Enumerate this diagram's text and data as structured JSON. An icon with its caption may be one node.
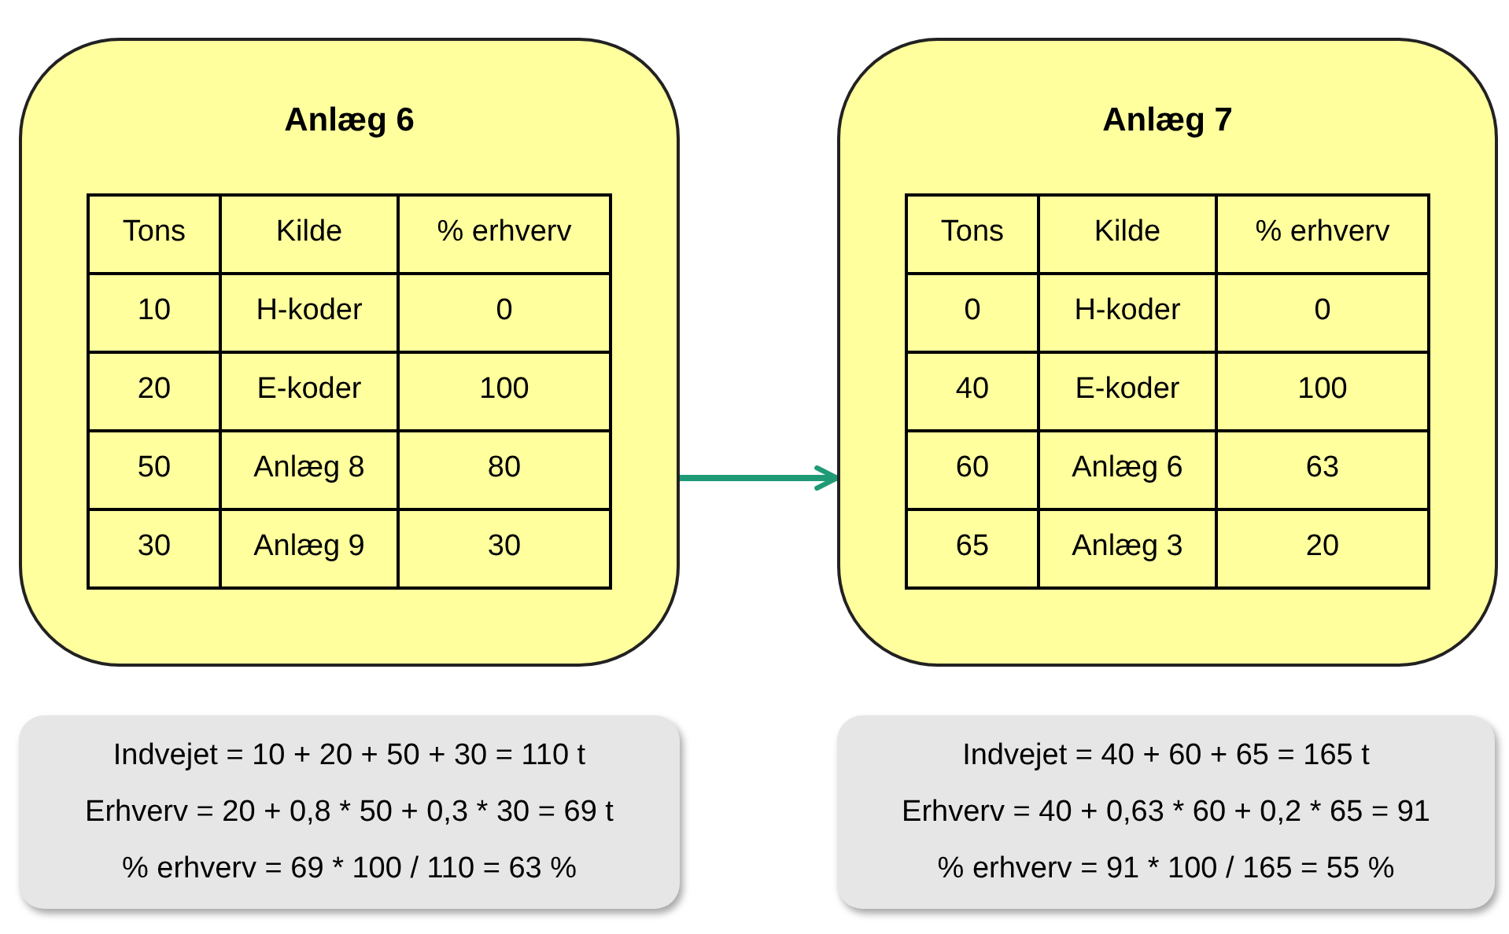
{
  "diagram": {
    "nodes": [
      {
        "text": [
          "Anlæg 6",
          "Tons",
          "Kilde",
          "% erhverv",
          "10",
          "H-koder",
          "0",
          "20",
          "E-koder",
          "100",
          "50",
          "Anlæg 8",
          "80",
          "30",
          "Anlæg 9",
          "30"
        ]
      },
      {
        "text": [
          "Anlæg 7",
          "Tons",
          "Kilde",
          "% erhverv",
          "0",
          "H-koder",
          "0",
          "40",
          "E-koder",
          "100",
          "60",
          "Anlæg 6",
          "63",
          "65",
          "Anlæg 3",
          "20"
        ]
      },
      {
        "text": [
          "Indvejet = 10 + 20 + 50 + 30 = 110 t",
          "Erhverv = 20 + 0,8 * 50 + 0,3 * 30 = 69 t",
          "% erhverv = 69 * 100 / 110 = 63 %"
        ]
      },
      {
        "text": [
          "Indvejet = 40 + 60 + 65 = 165 t",
          "Erhverv = 40 + 0,63 * 60 + 0,2 * 65 = 91",
          "% erhverv = 91 * 100 / 165 = 55 %"
        ]
      }
    ],
    "edges": [
      {
        "from": 0,
        "to": 1,
        "arrow": "to"
      }
    ]
  }
}
